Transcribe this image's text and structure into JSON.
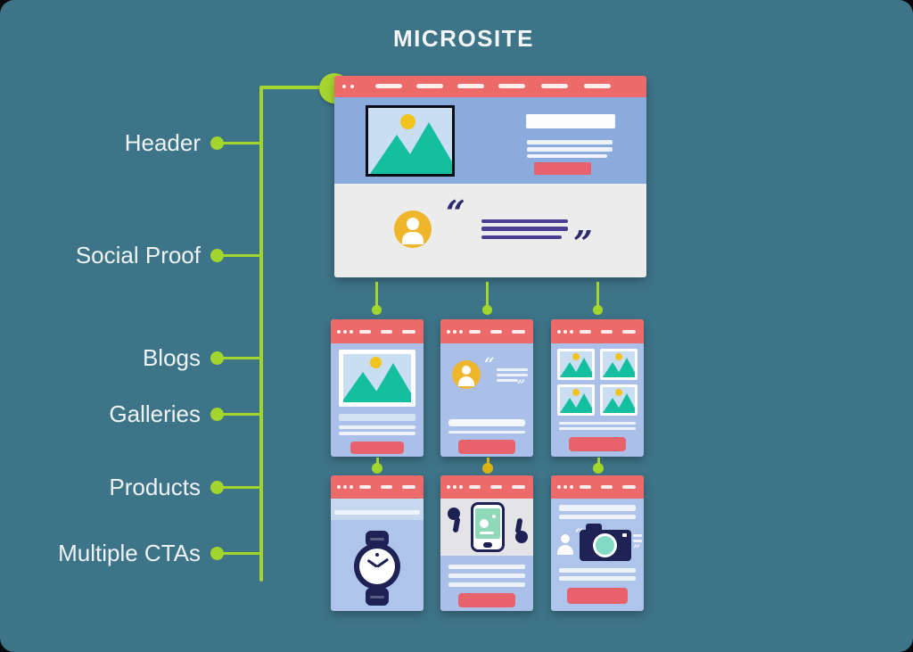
{
  "title": "MICROSITE",
  "labels": [
    {
      "text": "Header"
    },
    {
      "text": "Social Proof"
    },
    {
      "text": "Blogs"
    },
    {
      "text": "Galleries"
    },
    {
      "text": "Products"
    },
    {
      "text": "Multiple CTAs"
    }
  ],
  "glyphs": {
    "quote_open": "“",
    "quote_close": "”"
  },
  "colors": {
    "background_teal": "#3e7488",
    "connector_green": "#a3d62c",
    "connector_gold": "#d9b413",
    "browser_bar_coral": "#ec6a6a",
    "button_red": "#e7626c",
    "hero_blue": "#8cabdd",
    "page_blue": "#aac0e8",
    "social_proof_gray": "#ececec",
    "image_bg_blue": "#c9def3",
    "mountain_teal": "#14bf9f",
    "sun_yellow": "#f2c31d",
    "avatar_yellow": "#efb62b",
    "quote_purple": "#4a3f92",
    "icon_navy": "#1d2153",
    "label_white": "#eef4f5"
  },
  "pages": {
    "main": {
      "name": "microsite-homepage",
      "sections": [
        "header-hero",
        "social-proof"
      ]
    },
    "row1": [
      {
        "name": "blog-page",
        "icon": "image-placeholder-icon"
      },
      {
        "name": "testimonial-page",
        "icon": "avatar-quote-icon"
      },
      {
        "name": "gallery-page",
        "icon": "image-grid-icon"
      }
    ],
    "row2": [
      {
        "name": "product-watch-page",
        "icon": "watch-icon"
      },
      {
        "name": "product-earbuds-page",
        "icon": "earbuds-phone-icon"
      },
      {
        "name": "product-camera-page",
        "icon": "camera-icon"
      }
    ]
  }
}
